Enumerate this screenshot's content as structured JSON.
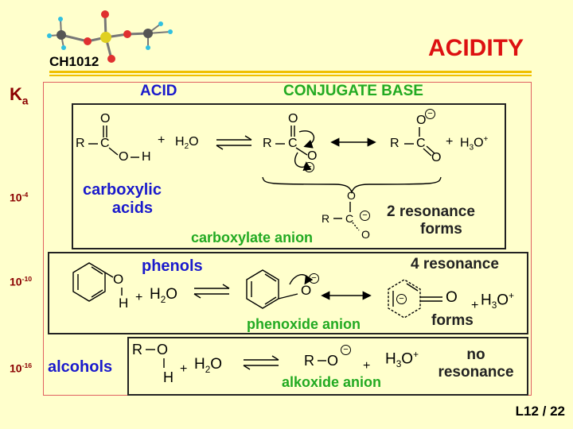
{
  "header": {
    "course_code": "CH1012",
    "title": "ACIDITY",
    "slide_number": "L12  /  22"
  },
  "axis": {
    "ka_label": "K",
    "ka_sub": "a",
    "ka_values": [
      "10",
      "-4",
      "10",
      "-10",
      "10",
      "-16"
    ]
  },
  "columns": {
    "acid": "ACID",
    "conjugate_base": "CONJUGATE BASE"
  },
  "carboxylic": {
    "name_line1": "carboxylic",
    "name_line2": "acids",
    "anion": "carboxylate anion",
    "resonance_line1": "2 resonance",
    "resonance_line2": "forms",
    "atoms": {
      "R": "R",
      "C": "C",
      "O": "O",
      "H": "H",
      "plus": "+",
      "water": "H",
      "water_sub": "2",
      "water_O": "O",
      "hydronium": "H",
      "hydronium_sub": "3",
      "hydronium_O": "O",
      "hydronium_sup": "+",
      "minus": "−"
    }
  },
  "phenols": {
    "name": "phenols",
    "anion": "phenoxide anion",
    "resonance_line1": "4 resonance",
    "resonance_line2": "forms"
  },
  "alcohols": {
    "name": "alcohols",
    "anion": "alkoxide anion",
    "resonance_line1": "no",
    "resonance_line2": "resonance"
  },
  "colors": {
    "blue": "#1a1acc",
    "green": "#22aa22",
    "maroon": "#8b0000",
    "background": "#ffffcc",
    "rule": "#f0c000",
    "panel_border": "#e06060",
    "title_red": "#dd1111"
  }
}
